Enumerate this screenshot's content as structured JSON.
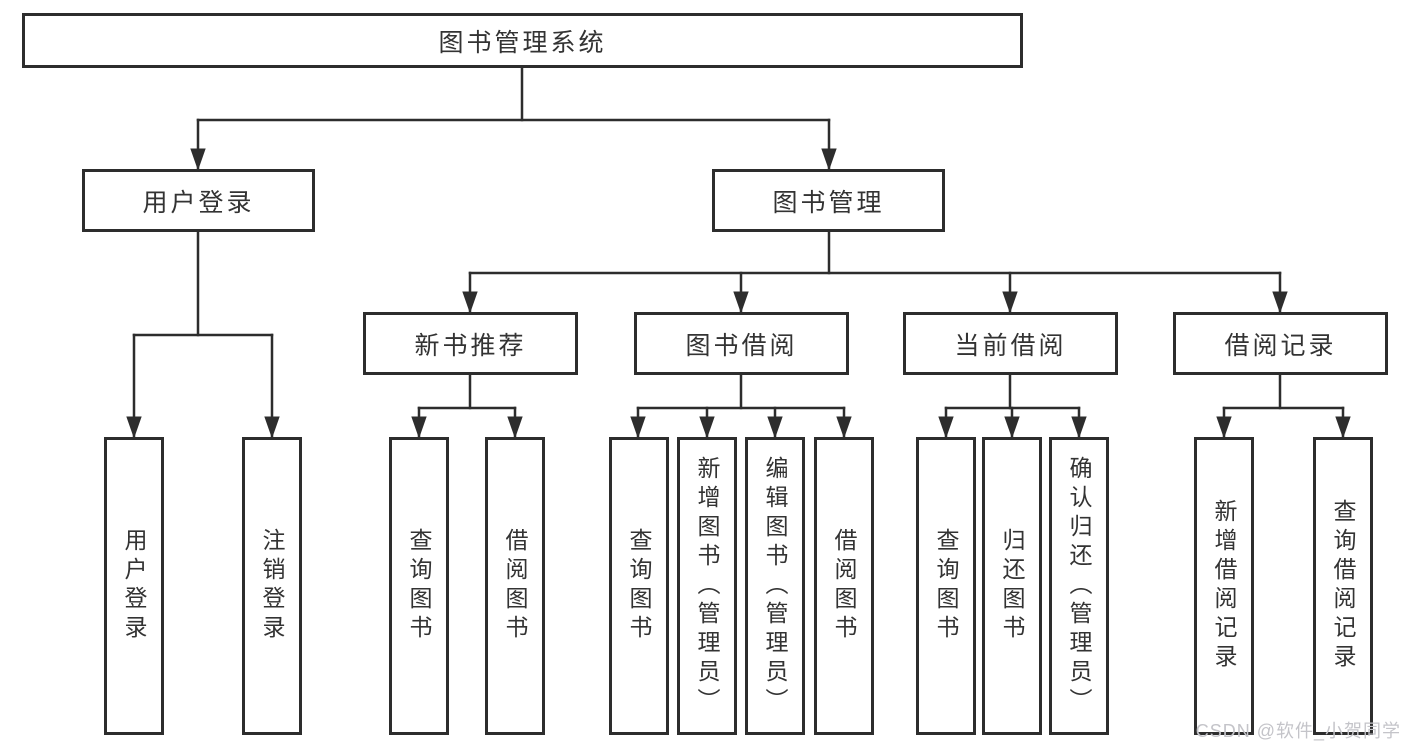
{
  "tree": {
    "root_label": "图书管理系统",
    "branches": [
      {
        "label": "用户登录",
        "leaves": [
          {
            "label": "用户登录"
          },
          {
            "label": "注销登录"
          }
        ]
      },
      {
        "label": "图书管理",
        "groups": [
          {
            "label": "新书推荐",
            "leaves": [
              {
                "label": "查询图书"
              },
              {
                "label": "借阅图书"
              }
            ]
          },
          {
            "label": "图书借阅",
            "leaves": [
              {
                "label": "查询图书"
              },
              {
                "label": "新增图书（管理员）"
              },
              {
                "label": "编辑图书（管理员）"
              },
              {
                "label": "借阅图书"
              }
            ]
          },
          {
            "label": "当前借阅",
            "leaves": [
              {
                "label": "查询图书"
              },
              {
                "label": "归还图书"
              },
              {
                "label": "确认归还（管理员）"
              }
            ]
          },
          {
            "label": "借阅记录",
            "leaves": [
              {
                "label": "新增借阅记录"
              },
              {
                "label": "查询借阅记录"
              }
            ]
          }
        ]
      }
    ]
  },
  "watermark": {
    "text": "CSDN @软件_小贺同学"
  },
  "colors": {
    "line": "#2d2d2d",
    "text": "#333333",
    "watermark": "#c4c4c9",
    "background": "#ffffff"
  }
}
